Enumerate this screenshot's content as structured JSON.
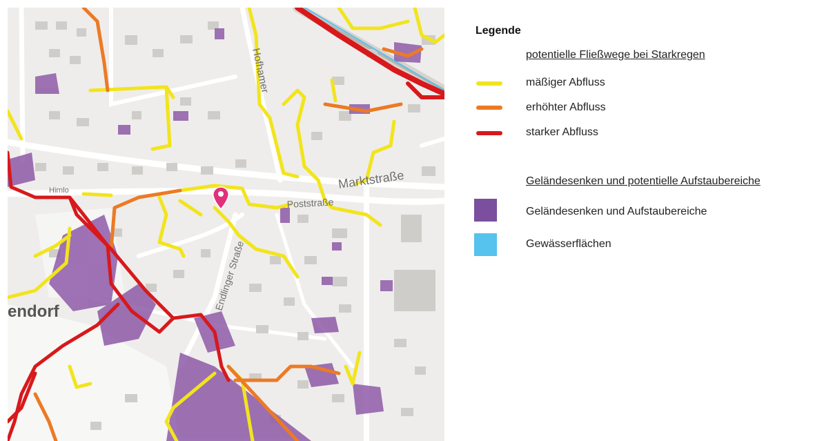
{
  "map": {
    "place_labels": {
      "town": "endorf",
      "street_hohe": "Hofhamer",
      "street_markt": "Marktstraße",
      "street_post": "Poststraße",
      "street_ed": "Endlinger Straße",
      "street_hirn": "Hirnlo"
    },
    "marker": {
      "color": "#e0317a"
    }
  },
  "legend": {
    "title": "Legende",
    "flow_heading": "potentielle Fließwege bei Starkregen",
    "flow_items": [
      {
        "label": "mäßiger Abfluss",
        "color": "#f2e41c"
      },
      {
        "label": "erhöhter Abfluss",
        "color": "#ec7a25"
      },
      {
        "label": "starker Abfluss",
        "color": "#d7191c"
      }
    ],
    "area_heading": "Geländesenken und potentielle Aufstaubereiche",
    "area_items": [
      {
        "label": "Geländesenken und Aufstaubereiche",
        "color": "#7b4e9e"
      },
      {
        "label": "Gewässerflächen",
        "color": "#56c2ee"
      }
    ]
  }
}
